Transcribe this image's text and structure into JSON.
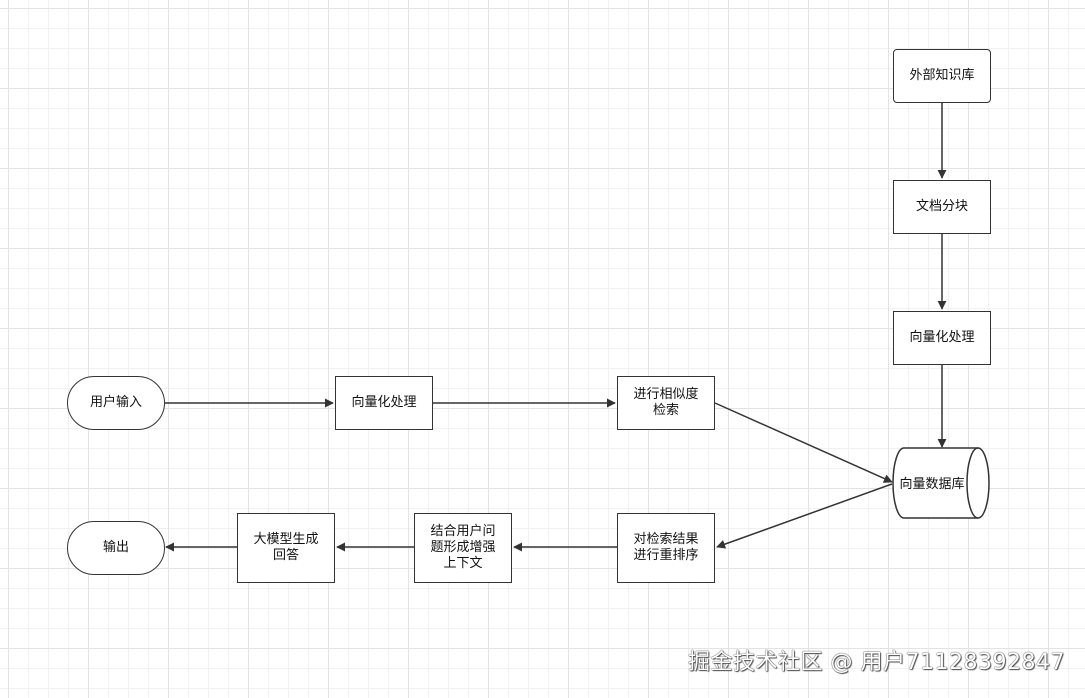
{
  "nodes": {
    "external_kb": "外部知识库",
    "doc_chunking": "文档分块",
    "vectorize_right": "向量化处理",
    "vector_db": "向量数据库",
    "user_input": "用户输入",
    "vectorize_left": "向量化处理",
    "similarity_search": "进行相似度\n检索",
    "rerank": "对检索结果\n进行重排序",
    "augment_context": "结合用户问\n题形成增强\n上下文",
    "llm_generate": "大模型生成\n回答",
    "output": "输出"
  },
  "watermark": "掘金技术社区 @ 用户71128392847",
  "colors": {
    "stroke": "#333333",
    "text": "#111111",
    "grid": "#e3e3e3"
  }
}
